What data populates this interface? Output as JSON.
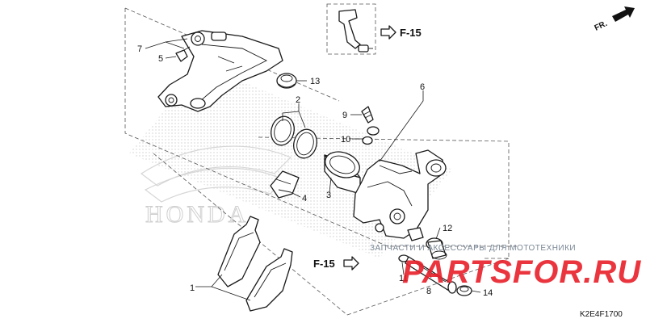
{
  "diagram": {
    "callouts": [
      {
        "id": "1",
        "label": "1"
      },
      {
        "id": "2",
        "label": "2"
      },
      {
        "id": "3",
        "label": "3"
      },
      {
        "id": "4",
        "label": "4"
      },
      {
        "id": "5",
        "label": "5"
      },
      {
        "id": "6",
        "label": "6"
      },
      {
        "id": "7",
        "label": "7"
      },
      {
        "id": "8",
        "label": "8"
      },
      {
        "id": "9",
        "label": "9"
      },
      {
        "id": "10",
        "label": "10"
      },
      {
        "id": "11",
        "label": "11"
      },
      {
        "id": "12",
        "label": "12"
      },
      {
        "id": "13",
        "label": "13"
      },
      {
        "id": "14",
        "label": "14"
      }
    ],
    "references": {
      "top": "F-15",
      "bottom": "F-15"
    },
    "direction": "FR.",
    "drawing_code": "K2E4F1700",
    "background_logo": "HONDA",
    "watermark": {
      "logo": "PARTSFOR.RU",
      "subtitle": "ЗАПЧАСТИ И АКСЕССУАРЫ ДЛЯ МОТОТЕХНИКИ"
    }
  },
  "colors": {
    "line": "#1a1a1a",
    "watermark_red": "#e8202a",
    "watermark_grey": "#7a8794",
    "screen": "#c8c8c8"
  }
}
